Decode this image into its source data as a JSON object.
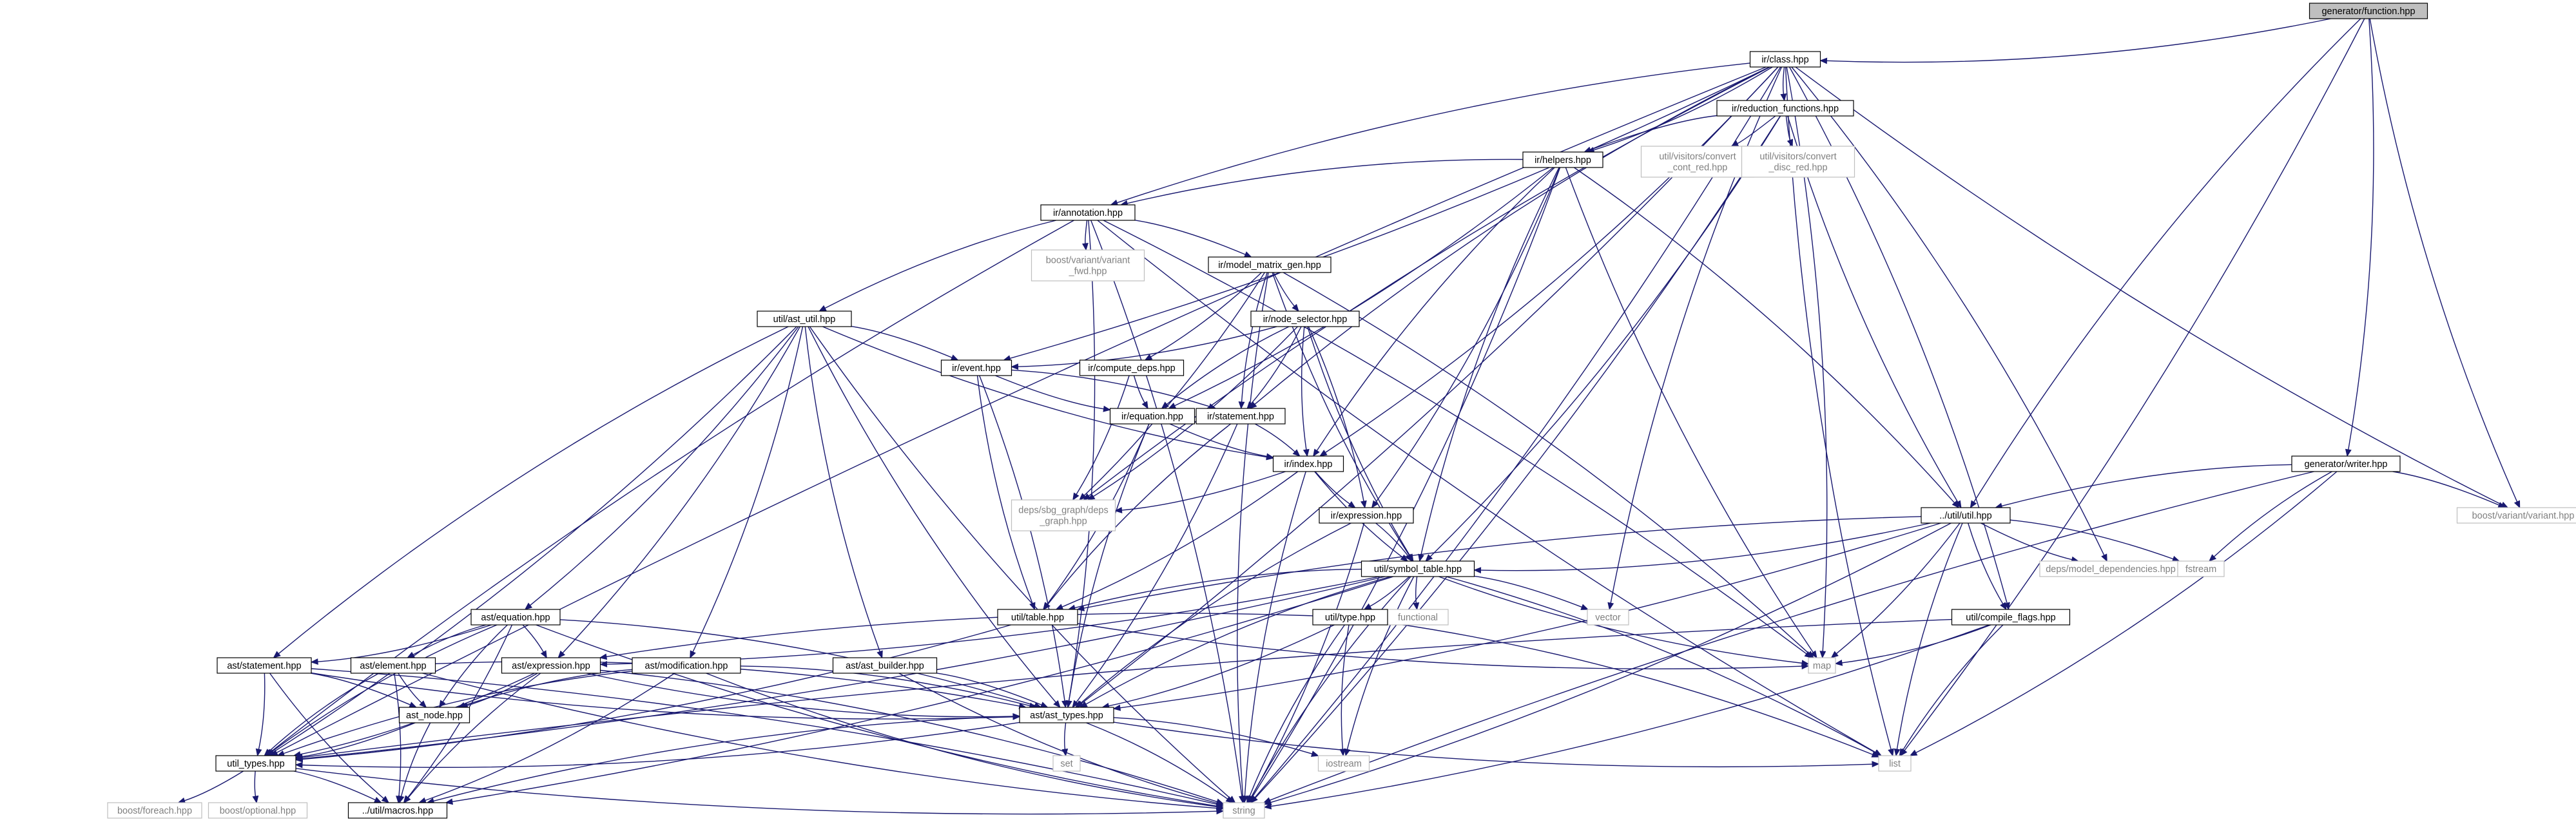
{
  "graph": {
    "root": "generator/function.hpp",
    "colors": {
      "edge": "#191970",
      "node_border": "#000000",
      "external_border": "#bfbfbf",
      "root_fill": "#bfbfbf",
      "external_text": "#808080",
      "node_text": "#000000"
    },
    "nodes": [
      {
        "id": "gf",
        "lines": [
          "generator/function.hpp"
        ],
        "kind": "root"
      },
      {
        "id": "class",
        "lines": [
          "ir/class.hpp"
        ],
        "kind": "normal"
      },
      {
        "id": "redf",
        "lines": [
          "ir/reduction_functions.hpp"
        ],
        "kind": "normal"
      },
      {
        "id": "helpers",
        "lines": [
          "ir/helpers.hpp"
        ],
        "kind": "normal"
      },
      {
        "id": "vcc",
        "lines": [
          "util/visitors/convert",
          "_cont_red.hpp"
        ],
        "kind": "external"
      },
      {
        "id": "vcd",
        "lines": [
          "util/visitors/convert",
          "_disc_red.hpp"
        ],
        "kind": "external"
      },
      {
        "id": "annot",
        "lines": [
          "ir/annotation.hpp"
        ],
        "kind": "normal"
      },
      {
        "id": "bvf",
        "lines": [
          "boost/variant/variant",
          "_fwd.hpp"
        ],
        "kind": "external"
      },
      {
        "id": "mmg",
        "lines": [
          "ir/model_matrix_gen.hpp"
        ],
        "kind": "normal"
      },
      {
        "id": "astutil",
        "lines": [
          "util/ast_util.hpp"
        ],
        "kind": "normal"
      },
      {
        "id": "nodesel",
        "lines": [
          "ir/node_selector.hpp"
        ],
        "kind": "normal"
      },
      {
        "id": "event",
        "lines": [
          "ir/event.hpp"
        ],
        "kind": "normal"
      },
      {
        "id": "cdeps",
        "lines": [
          "ir/compute_deps.hpp"
        ],
        "kind": "normal"
      },
      {
        "id": "equation",
        "lines": [
          "ir/equation.hpp"
        ],
        "kind": "normal"
      },
      {
        "id": "statement",
        "lines": [
          "ir/statement.hpp"
        ],
        "kind": "normal"
      },
      {
        "id": "index",
        "lines": [
          "ir/index.hpp"
        ],
        "kind": "normal"
      },
      {
        "id": "sbg",
        "lines": [
          "deps/sbg_graph/deps",
          "_graph.hpp"
        ],
        "kind": "external"
      },
      {
        "id": "expr",
        "lines": [
          "ir/expression.hpp"
        ],
        "kind": "normal"
      },
      {
        "id": "writer",
        "lines": [
          "generator/writer.hpp"
        ],
        "kind": "normal"
      },
      {
        "id": "bvv",
        "lines": [
          "boost/variant/variant.hpp"
        ],
        "kind": "external"
      },
      {
        "id": "utilh",
        "lines": [
          "../util/util.hpp"
        ],
        "kind": "normal"
      },
      {
        "id": "mdeps",
        "lines": [
          "deps/model_dependencies.hpp"
        ],
        "kind": "external"
      },
      {
        "id": "fstream",
        "lines": [
          "fstream"
        ],
        "kind": "external"
      },
      {
        "id": "symtab",
        "lines": [
          "util/symbol_table.hpp"
        ],
        "kind": "normal"
      },
      {
        "id": "functional",
        "lines": [
          "functional"
        ],
        "kind": "external"
      },
      {
        "id": "vector",
        "lines": [
          "vector"
        ],
        "kind": "external"
      },
      {
        "id": "aeq",
        "lines": [
          "ast/equation.hpp"
        ],
        "kind": "normal"
      },
      {
        "id": "table",
        "lines": [
          "util/table.hpp"
        ],
        "kind": "normal"
      },
      {
        "id": "typeh",
        "lines": [
          "util/type.hpp"
        ],
        "kind": "normal"
      },
      {
        "id": "cflags",
        "lines": [
          "util/compile_flags.hpp"
        ],
        "kind": "normal"
      },
      {
        "id": "map",
        "lines": [
          "map"
        ],
        "kind": "external"
      },
      {
        "id": "astmt",
        "lines": [
          "ast/statement.hpp"
        ],
        "kind": "normal"
      },
      {
        "id": "aelem",
        "lines": [
          "ast/element.hpp"
        ],
        "kind": "normal"
      },
      {
        "id": "aexpr",
        "lines": [
          "ast/expression.hpp"
        ],
        "kind": "normal"
      },
      {
        "id": "amod",
        "lines": [
          "ast/modification.hpp"
        ],
        "kind": "normal"
      },
      {
        "id": "abuild",
        "lines": [
          "ast/ast_builder.hpp"
        ],
        "kind": "normal"
      },
      {
        "id": "anode",
        "lines": [
          "ast_node.hpp"
        ],
        "kind": "normal"
      },
      {
        "id": "atypes",
        "lines": [
          "ast/ast_types.hpp"
        ],
        "kind": "normal"
      },
      {
        "id": "utypes",
        "lines": [
          "util_types.hpp"
        ],
        "kind": "normal"
      },
      {
        "id": "set",
        "lines": [
          "set"
        ],
        "kind": "external"
      },
      {
        "id": "iostream",
        "lines": [
          "iostream"
        ],
        "kind": "external"
      },
      {
        "id": "list",
        "lines": [
          "list"
        ],
        "kind": "external"
      },
      {
        "id": "bforeach",
        "lines": [
          "boost/foreach.hpp"
        ],
        "kind": "external"
      },
      {
        "id": "boptional",
        "lines": [
          "boost/optional.hpp"
        ],
        "kind": "external"
      },
      {
        "id": "macros",
        "lines": [
          "../util/macros.hpp"
        ],
        "kind": "normal"
      },
      {
        "id": "string",
        "lines": [
          "string"
        ],
        "kind": "external"
      }
    ],
    "edges": [
      [
        "gf",
        "class"
      ],
      [
        "gf",
        "utilh"
      ],
      [
        "gf",
        "writer"
      ],
      [
        "gf",
        "bvv"
      ],
      [
        "gf",
        "list"
      ],
      [
        "class",
        "redf"
      ],
      [
        "class",
        "helpers"
      ],
      [
        "class",
        "annot"
      ],
      [
        "class",
        "event"
      ],
      [
        "class",
        "statement"
      ],
      [
        "class",
        "index"
      ],
      [
        "class",
        "sbg"
      ],
      [
        "class",
        "atypes"
      ],
      [
        "class",
        "utypes"
      ],
      [
        "class",
        "map"
      ],
      [
        "class",
        "vector"
      ],
      [
        "class",
        "mdeps"
      ],
      [
        "class",
        "bvv"
      ],
      [
        "class",
        "cflags"
      ],
      [
        "class",
        "list"
      ],
      [
        "class",
        "string"
      ],
      [
        "redf",
        "helpers"
      ],
      [
        "redf",
        "vcc"
      ],
      [
        "redf",
        "vcd"
      ],
      [
        "redf",
        "symtab"
      ],
      [
        "redf",
        "utilh"
      ],
      [
        "redf",
        "string"
      ],
      [
        "helpers",
        "annot"
      ],
      [
        "helpers",
        "equation"
      ],
      [
        "helpers",
        "index"
      ],
      [
        "helpers",
        "expr"
      ],
      [
        "helpers",
        "symtab"
      ],
      [
        "helpers",
        "utilh"
      ],
      [
        "helpers",
        "map"
      ],
      [
        "helpers",
        "string"
      ],
      [
        "annot",
        "bvf"
      ],
      [
        "annot",
        "mmg"
      ],
      [
        "annot",
        "astutil"
      ],
      [
        "annot",
        "atypes"
      ],
      [
        "annot",
        "utypes"
      ],
      [
        "annot",
        "map"
      ],
      [
        "annot",
        "list"
      ],
      [
        "annot",
        "string"
      ],
      [
        "mmg",
        "nodesel"
      ],
      [
        "mmg",
        "cdeps"
      ],
      [
        "mmg",
        "statement"
      ],
      [
        "mmg",
        "sbg"
      ],
      [
        "mmg",
        "symtab"
      ],
      [
        "mmg",
        "map"
      ],
      [
        "mmg",
        "string"
      ],
      [
        "astutil",
        "event"
      ],
      [
        "astutil",
        "index"
      ],
      [
        "astutil",
        "aeq"
      ],
      [
        "astutil",
        "astmt"
      ],
      [
        "astutil",
        "aexpr"
      ],
      [
        "astutil",
        "abuild"
      ],
      [
        "astutil",
        "amod"
      ],
      [
        "astutil",
        "atypes"
      ],
      [
        "astutil",
        "utypes"
      ],
      [
        "astutil",
        "string"
      ],
      [
        "nodesel",
        "event"
      ],
      [
        "nodesel",
        "equation"
      ],
      [
        "nodesel",
        "statement"
      ],
      [
        "nodesel",
        "index"
      ],
      [
        "nodesel",
        "expr"
      ],
      [
        "nodesel",
        "symtab"
      ],
      [
        "nodesel",
        "sbg"
      ],
      [
        "event",
        "equation"
      ],
      [
        "event",
        "statement"
      ],
      [
        "event",
        "table"
      ],
      [
        "event",
        "atypes"
      ],
      [
        "cdeps",
        "equation"
      ],
      [
        "cdeps",
        "sbg"
      ],
      [
        "equation",
        "index"
      ],
      [
        "equation",
        "table"
      ],
      [
        "equation",
        "atypes"
      ],
      [
        "statement",
        "index"
      ],
      [
        "statement",
        "table"
      ],
      [
        "statement",
        "atypes"
      ],
      [
        "index",
        "expr"
      ],
      [
        "index",
        "sbg"
      ],
      [
        "index",
        "symtab"
      ],
      [
        "index",
        "table"
      ],
      [
        "index",
        "string"
      ],
      [
        "expr",
        "symtab"
      ],
      [
        "expr",
        "atypes"
      ],
      [
        "expr",
        "string"
      ],
      [
        "writer",
        "utilh"
      ],
      [
        "writer",
        "bvv"
      ],
      [
        "writer",
        "fstream"
      ],
      [
        "writer",
        "list"
      ],
      [
        "writer",
        "string"
      ],
      [
        "utilh",
        "symtab"
      ],
      [
        "utilh",
        "mdeps"
      ],
      [
        "utilh",
        "fstream"
      ],
      [
        "utilh",
        "cflags"
      ],
      [
        "utilh",
        "map"
      ],
      [
        "utilh",
        "table"
      ],
      [
        "utilh",
        "atypes"
      ],
      [
        "utilh",
        "list"
      ],
      [
        "utilh",
        "string"
      ],
      [
        "symtab",
        "table"
      ],
      [
        "symtab",
        "typeh"
      ],
      [
        "symtab",
        "functional"
      ],
      [
        "symtab",
        "vector"
      ],
      [
        "symtab",
        "map"
      ],
      [
        "symtab",
        "aexpr"
      ],
      [
        "symtab",
        "atypes"
      ],
      [
        "symtab",
        "utypes"
      ],
      [
        "symtab",
        "iostream"
      ],
      [
        "symtab",
        "list"
      ],
      [
        "symtab",
        "string"
      ],
      [
        "symtab",
        "macros"
      ],
      [
        "table",
        "map"
      ],
      [
        "table",
        "utypes"
      ],
      [
        "typeh",
        "aexpr"
      ],
      [
        "typeh",
        "atypes"
      ],
      [
        "typeh",
        "iostream"
      ],
      [
        "typeh",
        "list"
      ],
      [
        "typeh",
        "string"
      ],
      [
        "cflags",
        "map"
      ],
      [
        "cflags",
        "list"
      ],
      [
        "cflags",
        "string"
      ],
      [
        "cflags",
        "utypes"
      ],
      [
        "aeq",
        "astmt"
      ],
      [
        "aeq",
        "aelem"
      ],
      [
        "aeq",
        "aexpr"
      ],
      [
        "aeq",
        "anode"
      ],
      [
        "aeq",
        "atypes"
      ],
      [
        "aeq",
        "utypes"
      ],
      [
        "aeq",
        "macros"
      ],
      [
        "aeq",
        "string"
      ],
      [
        "astmt",
        "anode"
      ],
      [
        "astmt",
        "atypes"
      ],
      [
        "astmt",
        "utypes"
      ],
      [
        "astmt",
        "macros"
      ],
      [
        "astmt",
        "string"
      ],
      [
        "aelem",
        "anode"
      ],
      [
        "aelem",
        "atypes"
      ],
      [
        "aelem",
        "utypes"
      ],
      [
        "aelem",
        "macros"
      ],
      [
        "aelem",
        "string"
      ],
      [
        "aexpr",
        "anode"
      ],
      [
        "aexpr",
        "atypes"
      ],
      [
        "aexpr",
        "utypes"
      ],
      [
        "aexpr",
        "macros"
      ],
      [
        "aexpr",
        "string"
      ],
      [
        "amod",
        "anode"
      ],
      [
        "amod",
        "atypes"
      ],
      [
        "amod",
        "utypes"
      ],
      [
        "amod",
        "macros"
      ],
      [
        "amod",
        "string"
      ],
      [
        "abuild",
        "atypes"
      ],
      [
        "abuild",
        "string"
      ],
      [
        "anode",
        "utypes"
      ],
      [
        "anode",
        "macros"
      ],
      [
        "atypes",
        "utypes"
      ],
      [
        "atypes",
        "set"
      ],
      [
        "atypes",
        "iostream"
      ],
      [
        "atypes",
        "list"
      ],
      [
        "atypes",
        "string"
      ],
      [
        "atypes",
        "macros"
      ],
      [
        "utypes",
        "bforeach"
      ],
      [
        "utypes",
        "boptional"
      ],
      [
        "utypes",
        "macros"
      ],
      [
        "utypes",
        "string"
      ]
    ]
  }
}
